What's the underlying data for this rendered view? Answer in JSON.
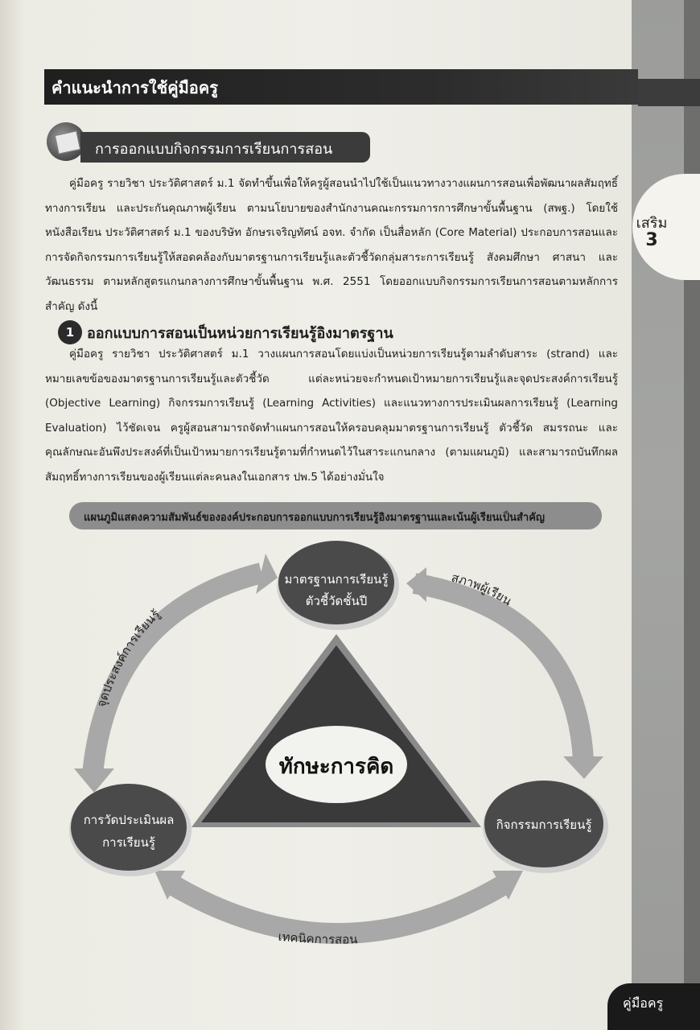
{
  "header": {
    "title": "คำแนะนำการใช้คู่มือครู"
  },
  "side_tab": {
    "label": "เสริม",
    "number": "3"
  },
  "section": {
    "title": "การออกแบบกิจกรรมการเรียนการสอน"
  },
  "intro_paragraph": "คู่มือครู รายวิชา ประวัติศาสตร์ ม.1 จัดทำขึ้นเพื่อให้ครูผู้สอนนำไปใช้เป็นแนวทางวางแผนการสอนเพื่อพัฒนาผลสัมฤทธิ์ทางการเรียน และประกันคุณภาพผู้เรียน ตามนโยบายของสำนักงานคณะกรรมการการศึกษาขั้นพื้นฐาน (สพฐ.) โดยใช้หนังสือเรียน ประวัติศาสตร์ ม.1 ของบริษัท อักษรเจริญทัศน์ อจท. จำกัด เป็นสื่อหลัก (Core Material) ประกอบการสอนและการจัดกิจกรรมการเรียนรู้ให้สอดคล้องกับมาตรฐานการเรียนรู้และตัวชี้วัดกลุ่มสาระการเรียนรู้ สังคมศึกษา ศาสนา และวัฒนธรรม ตามหลักสูตรแกนกลางการศึกษาขั้นพื้นฐาน พ.ศ. 2551 โดยออกแบบกิจกรรมการเรียนการสอนตามหลักการสำคัญ ดังนี้",
  "subsection": {
    "number": "1",
    "title": "ออกแบบการสอนเป็นหน่วยการเรียนรู้อิงมาตรฐาน",
    "paragraph": "คู่มือครู รายวิชา ประวัติศาสตร์ ม.1 วางแผนการสอนโดยแบ่งเป็นหน่วยการเรียนรู้ตามลำดับสาระ (strand) และหมายเลขข้อของมาตรฐานการเรียนรู้และตัวชี้วัด แต่ละหน่วยจะกำหนดเป้าหมายการเรียนรู้และจุดประสงค์การเรียนรู้ (Objective Learning) กิจกรรมการเรียนรู้ (Learning Activities) และแนวทางการประเมินผลการเรียนรู้ (Learning Evaluation) ไว้ชัดเจน ครูผู้สอนสามารถจัดทำแผนการสอนให้ครอบคลุมมาตรฐานการเรียนรู้ ตัวชี้วัด สมรรถนะ และคุณลักษณะอันพึงประสงค์ที่เป็นเป้าหมายการเรียนรู้ตามที่กำหนดไว้ในสาระแกนกลาง (ตามแผนภูมิ) และสามารถบันทึกผลสัมฤทธิ์ทางการเรียนของผู้เรียนแต่ละคนลงในเอกสาร ปพ.5 ได้อย่างมั่นใจ"
  },
  "diagram": {
    "title": "แผนภูมิแสดงความสัมพันธ์ขององค์ประกอบการออกแบบการเรียนรู้อิงมาตรฐานและเน้นผู้เรียนเป็นสำคัญ",
    "center": "ทักษะการคิด",
    "top_node_line1": "มาตรฐานการเรียนรู้",
    "top_node_line2": "ตัวชี้วัดชั้นปี",
    "left_node_line1": "การวัดประเมินผล",
    "left_node_line2": "การเรียนรู้",
    "right_node": "กิจกรรมการเรียนรู้",
    "arrow_left": "จุดประสงค์การเรียนรู้",
    "arrow_right": "สภาพผู้เรียน",
    "arrow_bottom": "เทคนิคการสอน",
    "colors": {
      "node": "#4a4a4a",
      "triangle": "#3a3a3a",
      "arrow": "#a8a8a8"
    }
  },
  "footer": {
    "label": "คู่มือครู"
  }
}
